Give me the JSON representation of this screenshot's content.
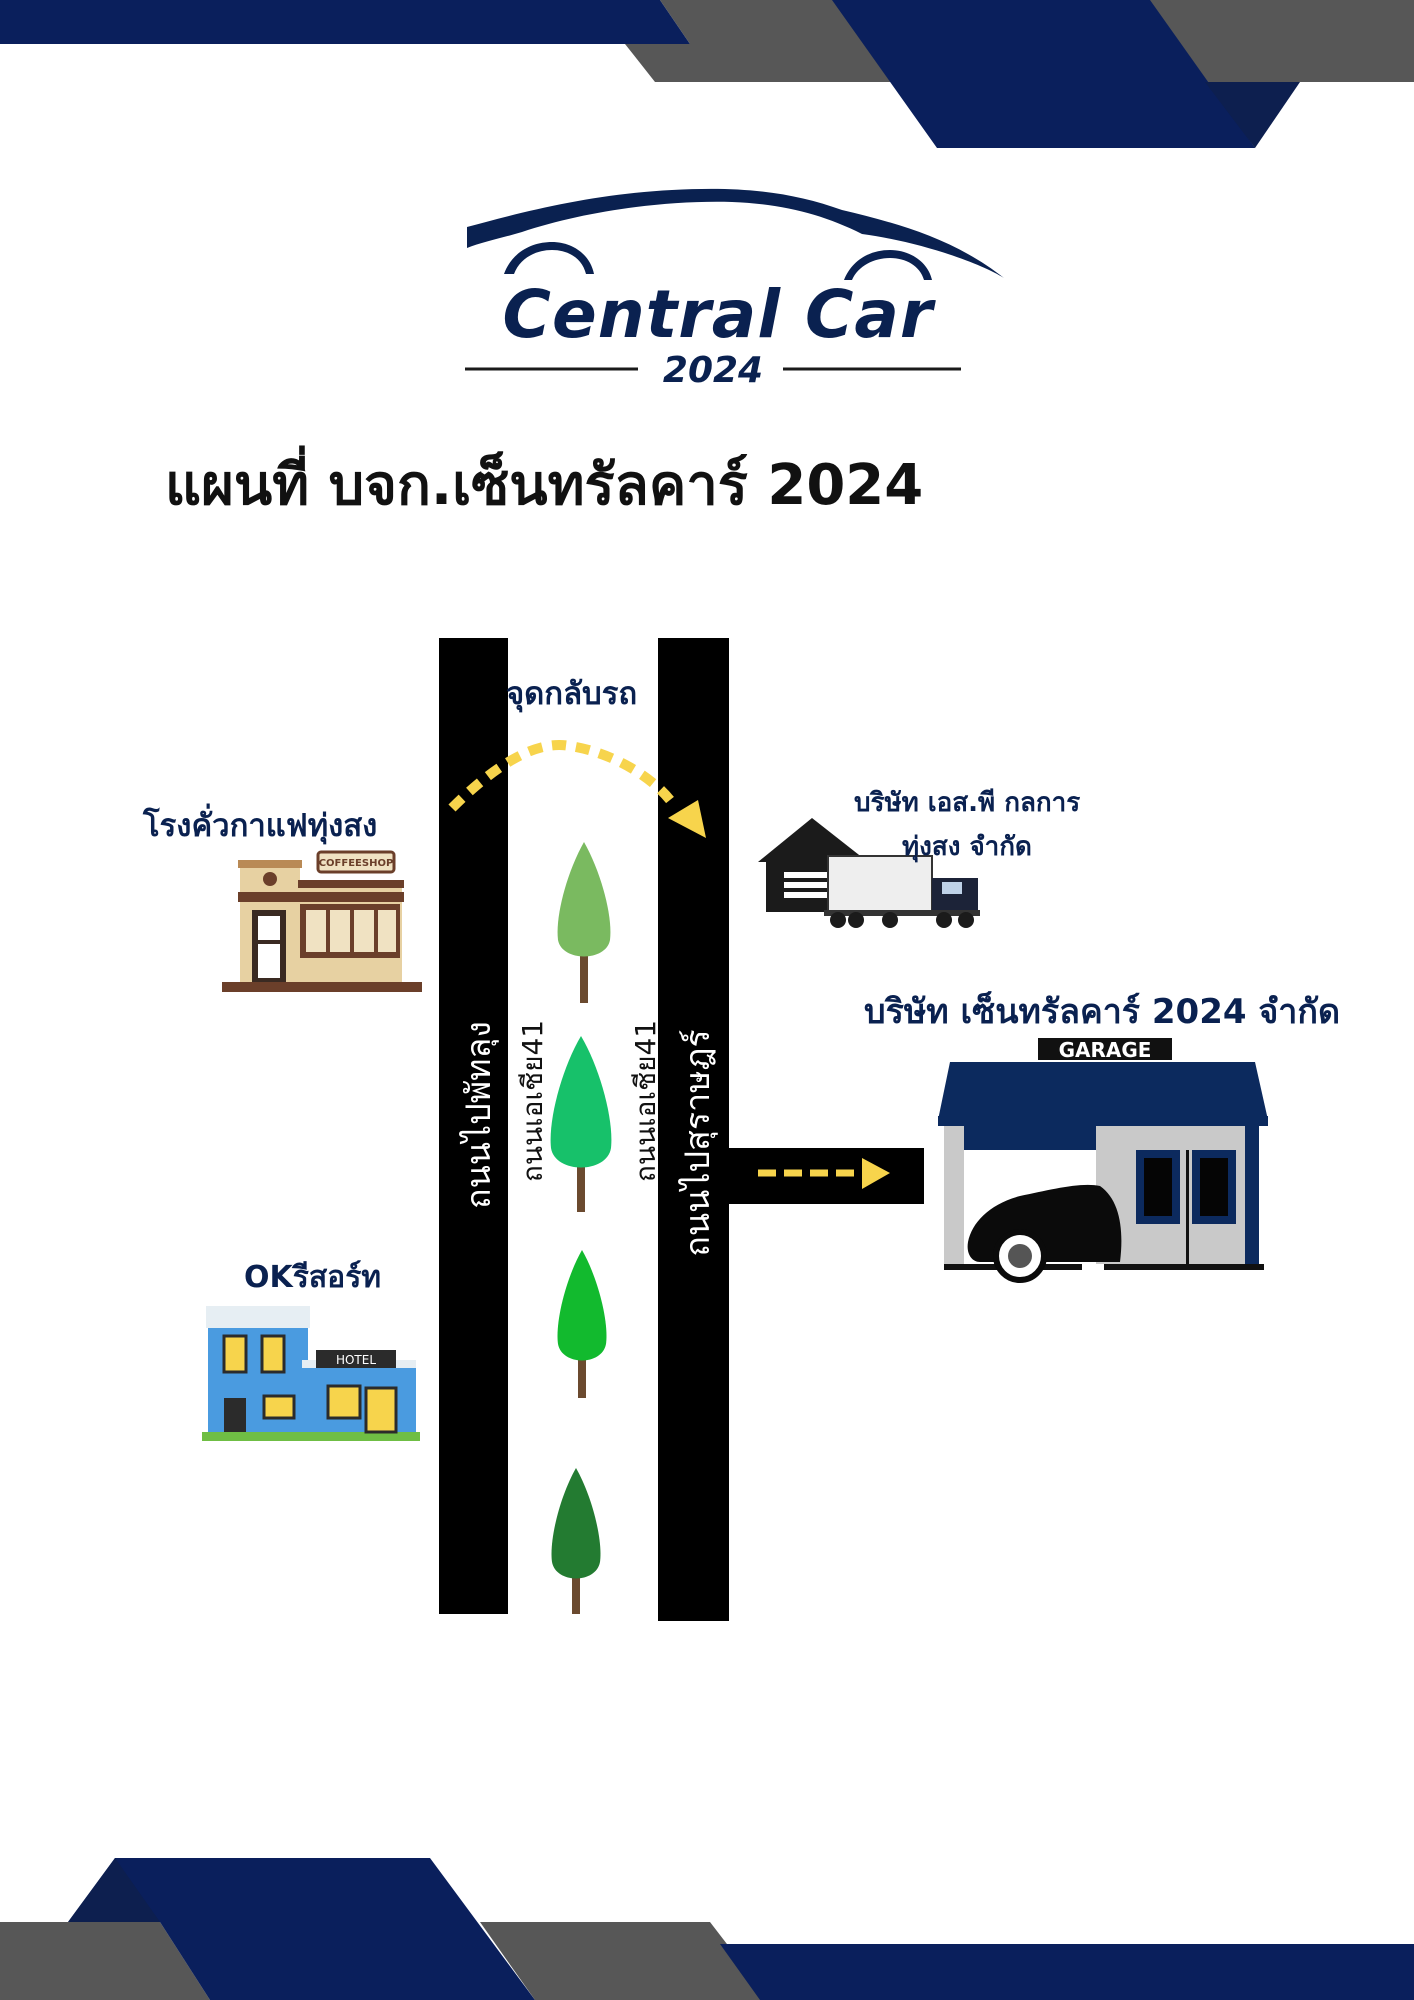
{
  "logo": {
    "brand": "Central Car",
    "year": "2024"
  },
  "page_title": "แผนที่ บจก.เซ็นทรัลคาร์ 2024",
  "map": {
    "u_turn_label": "จุดกลับรถ",
    "road_left_label": "ถนนไปพัทลุง",
    "road_right_label": "ถนนไปสุราษฎร์",
    "soi_left_label": "ถนนเอเชีย41",
    "soi_right_label": "ถนนเอเชีย41",
    "landmarks": {
      "coffee_label": "โรงคั่วกาแฟทุ่งสง",
      "coffee_sign": "COFFEESHOP",
      "hotel_label": "OKรีสอร์ท",
      "hotel_sign": "HOTEL",
      "logistics_line1": "บริษัท เอส.พี กลการ",
      "logistics_line2": "ทุ่งสง จำกัด",
      "garage_company": "บริษัท เซ็นทรัลคาร์ 2024 จำกัด",
      "garage_sign": "GARAGE"
    }
  },
  "colors": {
    "navy": "#0a2150",
    "gray": "#585858",
    "road": "#000000",
    "arrow": "#f7d44c"
  },
  "icons": [
    "car-silhouette-icon",
    "coffee-shop-icon",
    "hotel-icon",
    "warehouse-truck-icon",
    "garage-icon",
    "tree-icon",
    "u-turn-arrow-icon",
    "right-arrow-icon"
  ]
}
